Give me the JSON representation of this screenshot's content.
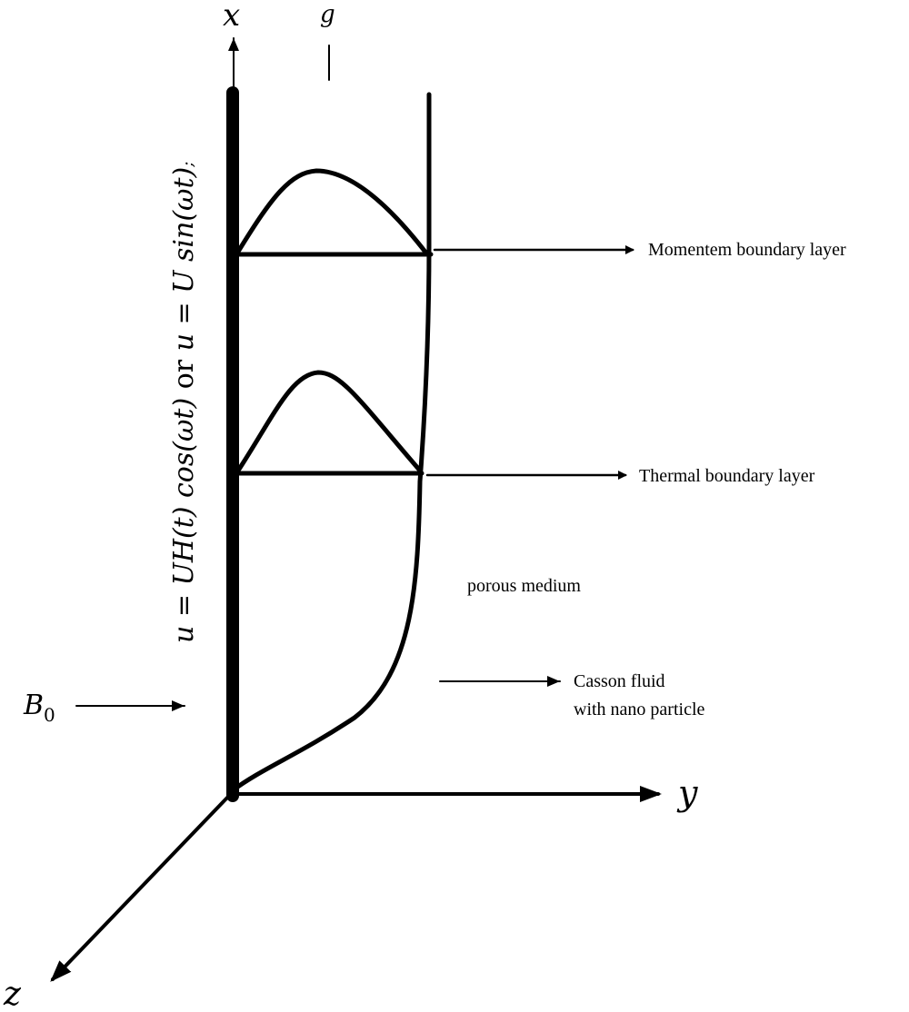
{
  "axes": {
    "x_label": "x",
    "y_label": "y",
    "z_label": "z"
  },
  "gravity_label": "g",
  "magnetic_field_label": {
    "symbol": "B",
    "subscript": "0"
  },
  "wall_velocity_label": {
    "part1": "u = UH(t) cos(ωt)",
    "connector": " or ",
    "part2": "u = U sin(ωt)",
    "suffix": ";"
  },
  "annotations": {
    "momentum_boundary_layer": "Momentem boundary layer",
    "thermal_boundary_layer": "Thermal boundary layer",
    "porous_medium": "porous medium",
    "casson_fluid_line1": "Casson fluid",
    "casson_fluid_line2": "with nano particle"
  },
  "colors": {
    "ink": "#000000",
    "background": "#ffffff"
  }
}
